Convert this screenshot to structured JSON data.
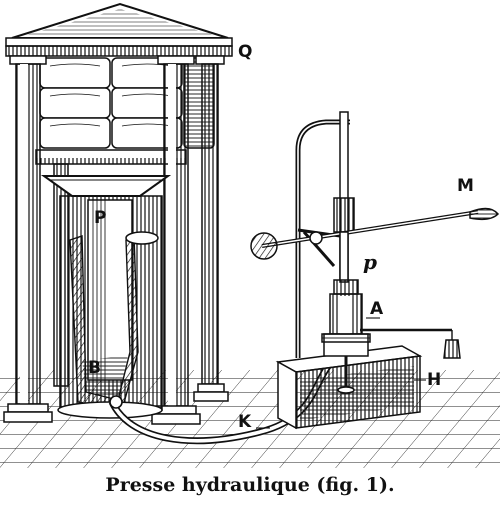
{
  "caption": "Presse hydraulique (fig. 1).",
  "labels": {
    "Q": "Q",
    "M": "M",
    "P": "P",
    "p": "p",
    "A": "A",
    "B": "B",
    "H": "H",
    "K": "K"
  },
  "colors": {
    "ink": "#111111",
    "paper": "#ffffff",
    "shade": "#555555"
  }
}
